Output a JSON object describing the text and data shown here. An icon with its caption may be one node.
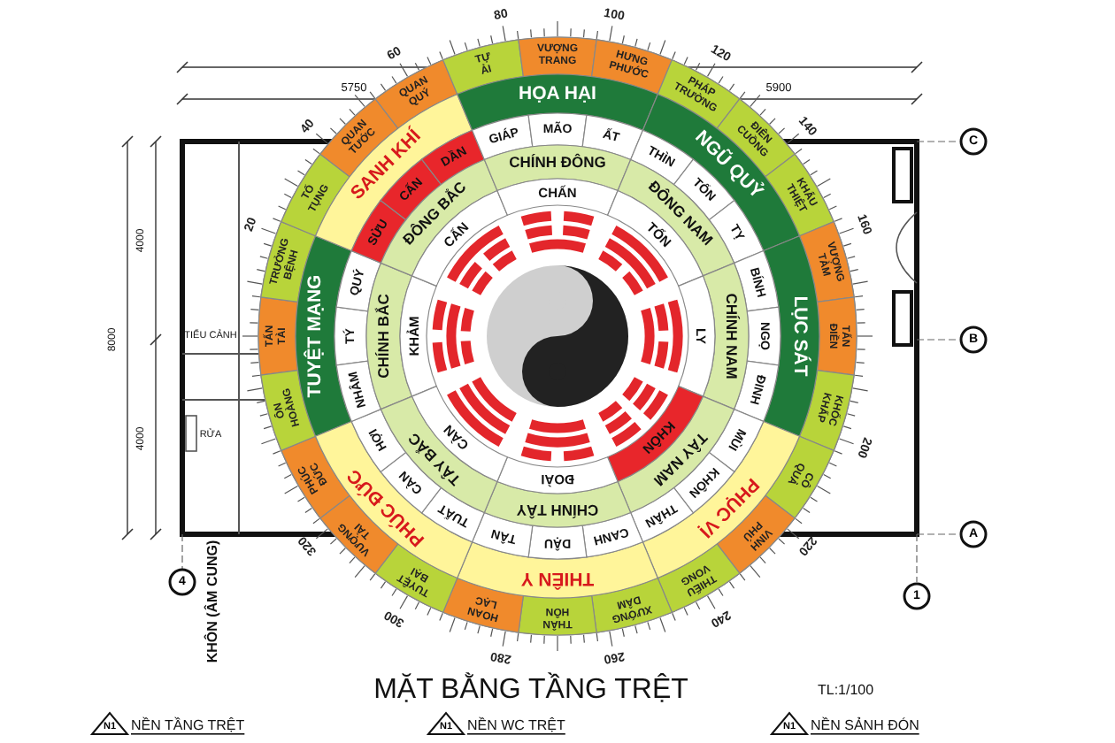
{
  "diagram": {
    "title": "MẶT BẰNG TẦNG TRỆT",
    "nodes": [
      {
        "text": [
          "TẤN TÀI"
        ]
      },
      {
        "text": [
          "TRƯỞNG BỆNH"
        ]
      },
      {
        "text": [
          "TỐ TỤNG"
        ]
      },
      {
        "text": [
          "QUAN TƯỚC"
        ]
      },
      {
        "text": [
          "QUAN QUÝ"
        ]
      },
      {
        "text": [
          "TỰ ẢI"
        ]
      },
      {
        "text": [
          "VƯỢNG TRANG"
        ]
      },
      {
        "text": [
          "HƯNG PHƯỚC"
        ]
      },
      {
        "text": [
          "PHÁP TRƯỜNG"
        ]
      },
      {
        "text": [
          "ĐIÊN CUỒNG"
        ]
      },
      {
        "text": [
          "KHẨU THIỆT"
        ]
      },
      {
        "text": [
          "VƯỢNG TÀM"
        ]
      },
      {
        "text": [
          "TẤN ĐIỀN"
        ]
      },
      {
        "text": [
          "KHỐC KHẤP"
        ]
      },
      {
        "text": [
          "CÔ QUẢ"
        ]
      },
      {
        "text": [
          "VINH PHÚ"
        ]
      },
      {
        "text": [
          "THIẾU VONG"
        ]
      },
      {
        "text": [
          "XƯỚNG DÂM"
        ]
      },
      {
        "text": [
          "THÂN HÔN"
        ]
      },
      {
        "text": [
          "HOAN LẠC"
        ]
      },
      {
        "text": [
          "TUYỆT BẠI"
        ]
      },
      {
        "text": [
          "VƯỢNG TÀI"
        ]
      },
      {
        "text": [
          "PHÚC ĐỨC"
        ]
      },
      {
        "text": [
          "ÔN HOÀNG"
        ]
      },
      {
        "text": [
          "TUYỆT MẠNG"
        ]
      },
      {
        "text": [
          "SANH KHÍ"
        ]
      },
      {
        "text": [
          "HỌA HẠI"
        ]
      },
      {
        "text": [
          "NGŨ QUỶ"
        ]
      },
      {
        "text": [
          "LỤC SÁT"
        ]
      },
      {
        "text": [
          "PHỤC VỊ"
        ]
      },
      {
        "text": [
          "THIÊN Y"
        ]
      },
      {
        "text": [
          "PHÚC ĐỨC"
        ]
      },
      {
        "text": [
          "TÝ"
        ]
      },
      {
        "text": [
          "QUÝ"
        ]
      },
      {
        "text": [
          "SỬU"
        ]
      },
      {
        "text": [
          "CẤN"
        ]
      },
      {
        "text": [
          "DẦN"
        ]
      },
      {
        "text": [
          "GIÁP"
        ]
      },
      {
        "text": [
          "MÃO"
        ]
      },
      {
        "text": [
          "ẤT"
        ]
      },
      {
        "text": [
          "THÌN"
        ]
      },
      {
        "text": [
          "TỐN"
        ]
      },
      {
        "text": [
          "TỴ"
        ]
      },
      {
        "text": [
          "BÍNH"
        ]
      },
      {
        "text": [
          "NGỌ"
        ]
      },
      {
        "text": [
          "ĐINH"
        ]
      },
      {
        "text": [
          "MÙI"
        ]
      },
      {
        "text": [
          "KHÔN"
        ]
      },
      {
        "text": [
          "THÂN"
        ]
      },
      {
        "text": [
          "CANH"
        ]
      },
      {
        "text": [
          "DẬU"
        ]
      },
      {
        "text": [
          "TÂN"
        ]
      },
      {
        "text": [
          "TUẤT"
        ]
      },
      {
        "text": [
          "CÀN"
        ]
      },
      {
        "text": [
          "HỢI"
        ]
      },
      {
        "text": [
          "NHÂM"
        ]
      },
      {
        "text": [
          "CHÍNH BẮC"
        ]
      },
      {
        "text": [
          "ĐÔNG BẮC"
        ]
      },
      {
        "text": [
          "CHÍNH ĐÔNG"
        ]
      },
      {
        "text": [
          "ĐÔNG NAM"
        ]
      },
      {
        "text": [
          "CHÍNH NAM"
        ]
      },
      {
        "text": [
          "TÂY NAM"
        ]
      },
      {
        "text": [
          "CHÍNH TÂY"
        ]
      },
      {
        "text": [
          "TÂY BẮC"
        ]
      },
      {
        "text": [
          "KHẢM"
        ]
      },
      {
        "text": [
          "CẤN"
        ]
      },
      {
        "text": [
          "CHẤN"
        ]
      },
      {
        "text": [
          "TỐN"
        ]
      },
      {
        "text": [
          "LY"
        ]
      },
      {
        "text": [
          "KHÔN"
        ]
      },
      {
        "text": [
          "ĐOÀI"
        ]
      },
      {
        "text": [
          "CÀN"
        ]
      }
    ],
    "labels": [
      "80",
      "100",
      "60",
      "120",
      "5750",
      "5900",
      "40",
      "140",
      "C",
      "20",
      "160",
      "4000",
      "8000",
      "TIỂU CẢNH",
      "B",
      "4000",
      "RỬA",
      "KHÔN (ÂM CUNG)",
      "200",
      "320",
      "A",
      "220",
      "300",
      "4",
      "1",
      "240",
      "280",
      "260",
      "TL:1/100",
      "N1",
      "NỀN TẦNG TRỆT",
      "N1",
      "NỀN WC TRỆT",
      "N1",
      "NỀN SẢNH ĐÓN"
    ]
  }
}
